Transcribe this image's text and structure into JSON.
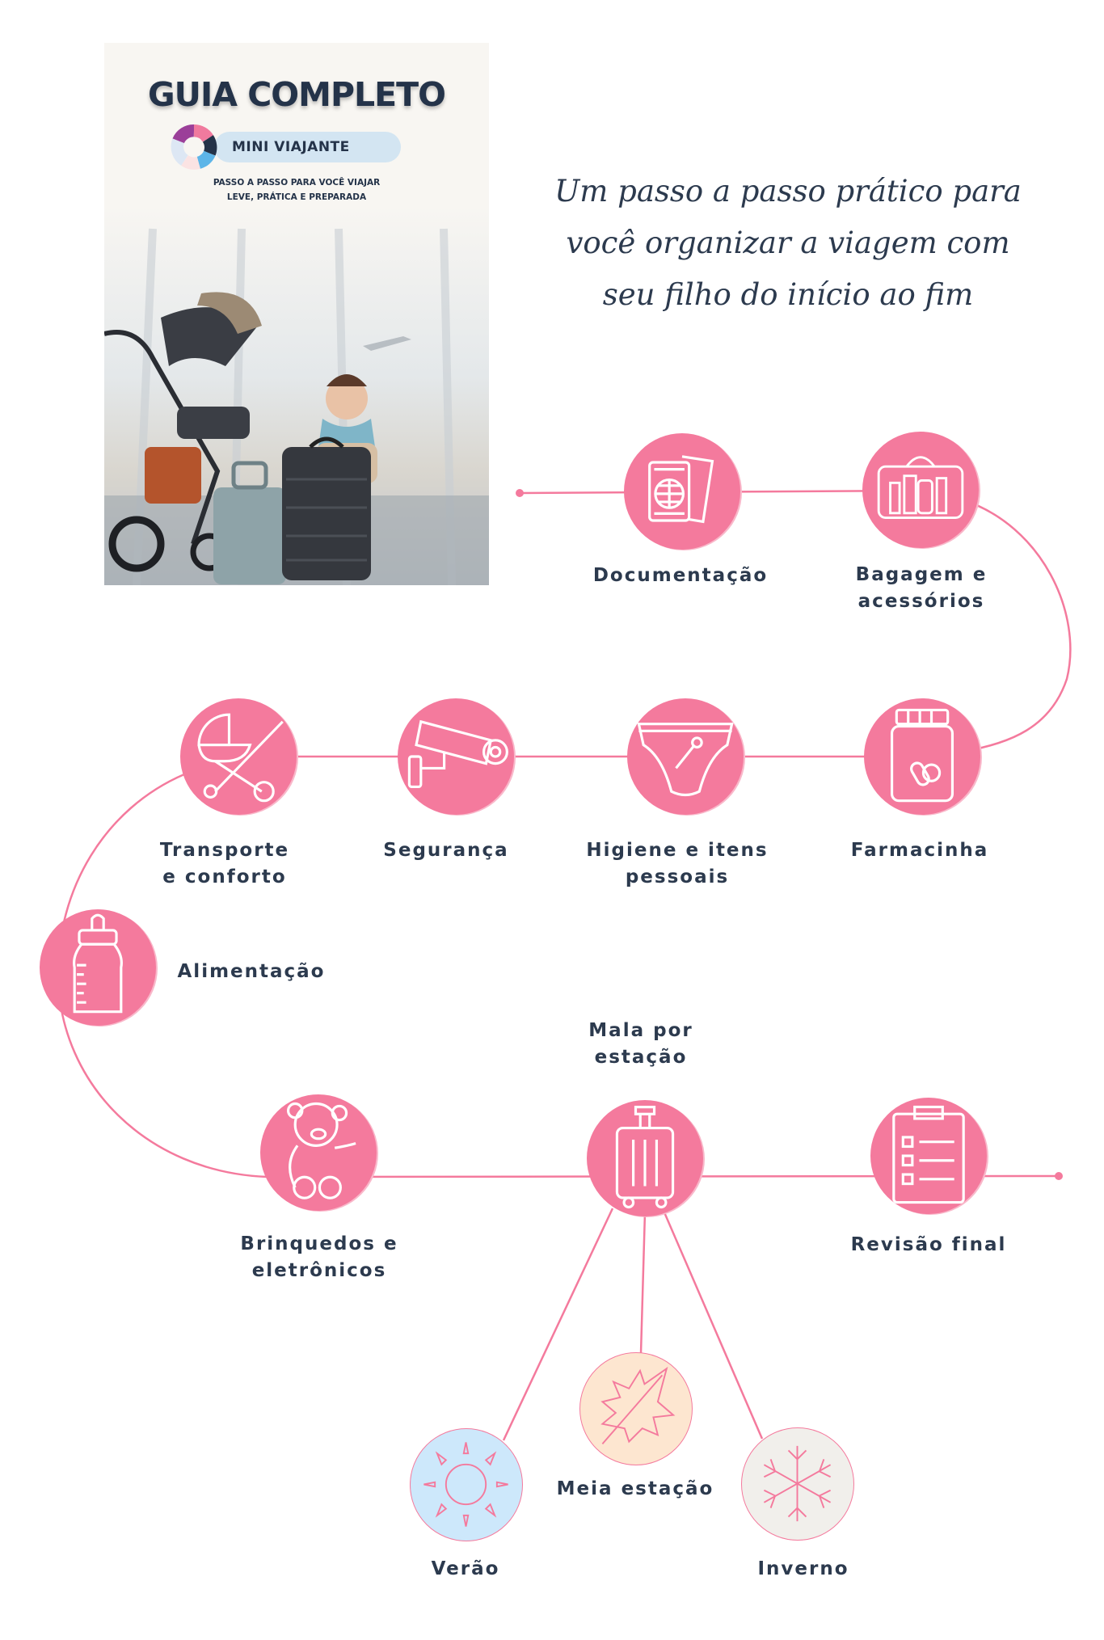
{
  "cover": {
    "title": "GUIA COMPLETO",
    "badge": "MINI VIAJANTE",
    "subtitle_line1": "PASSO A PASSO PARA VOCÊ VIAJAR",
    "subtitle_line2": "LEVE, PRÁTICA E PREPARADA"
  },
  "tagline": {
    "line1": "Um passo a passo prático para",
    "line2": "você organizar a viagem com",
    "line3": "seu filho do início ao fim"
  },
  "colors": {
    "accent": "#F47A9D",
    "text": "#2C3A4E",
    "summer": "#CDE8FB",
    "mid_season": "#FDE6D0",
    "winter": "#F1EFEB"
  },
  "steps": {
    "documentacao": {
      "label": "Documentação",
      "icon": "passport-icon"
    },
    "bagagem": {
      "line1": "Bagagem e",
      "line2": "acessórios",
      "icon": "toiletry-bag-icon"
    },
    "farmacinha": {
      "label": "Farmacinha",
      "icon": "medicine-bottle-icon"
    },
    "higiene": {
      "line1": "Higiene e itens",
      "line2": "pessoais",
      "icon": "diaper-icon"
    },
    "seguranca": {
      "label": "Segurança",
      "icon": "security-camera-icon"
    },
    "transporte": {
      "line1": "Transporte",
      "line2": "e conforto",
      "icon": "stroller-icon"
    },
    "alimentacao": {
      "label": "Alimentação",
      "icon": "baby-bottle-icon"
    },
    "brinquedos": {
      "line1": "Brinquedos e",
      "line2": "eletrônicos",
      "icon": "teddy-bear-icon"
    },
    "mala": {
      "line1": "Mala por",
      "line2": "estação",
      "icon": "suitcase-icon"
    },
    "revisao": {
      "label": "Revisão final",
      "icon": "checklist-icon"
    }
  },
  "seasons": {
    "verao": {
      "label": "Verão",
      "icon": "sun-icon"
    },
    "meia": {
      "label": "Meia estação",
      "icon": "leaf-icon"
    },
    "inverno": {
      "label": "Inverno",
      "icon": "snowflake-icon"
    }
  }
}
